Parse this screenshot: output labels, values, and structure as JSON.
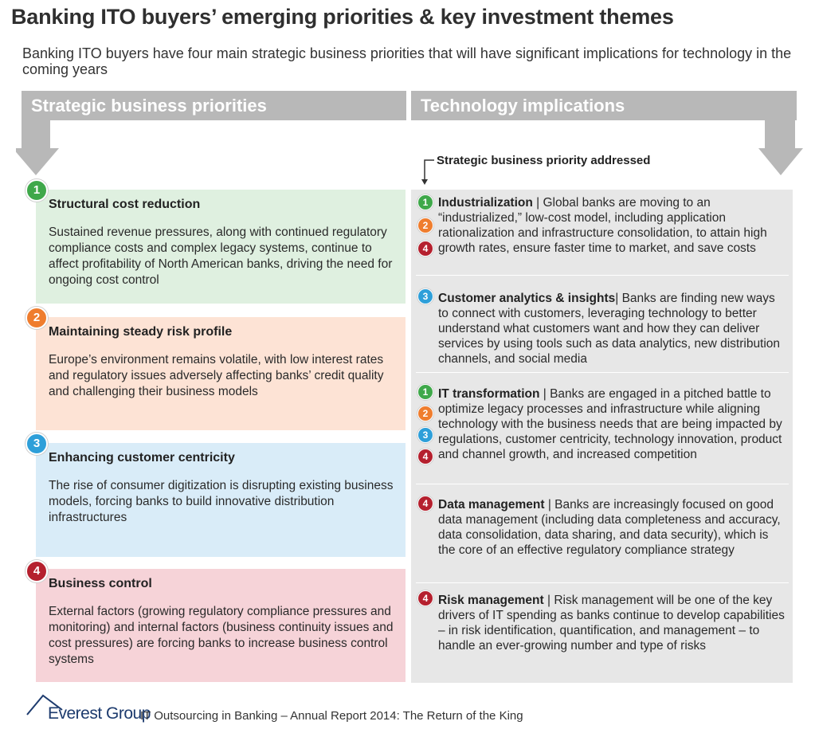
{
  "title": "Banking ITO buyers’ emerging priorities & key investment themes",
  "subtitle": "Banking ITO buyers have four main strategic business priorities that will have significant implications for technology in the coming years",
  "headers": {
    "left": "Strategic business priorities",
    "right": "Technology implications"
  },
  "addressed_label": "Strategic business priority addressed",
  "priorities": [
    {
      "number": "1",
      "title": "Structural cost reduction",
      "text": "Sustained revenue pressures, along with continued regulatory compliance costs and complex legacy systems, continue to affect profitability of North American banks, driving the need for ongoing cost control",
      "color": "#3fa84a"
    },
    {
      "number": "2",
      "title": "Maintaining steady risk profile",
      "text": "Europe’s environment remains volatile, with low interest rates and regulatory issues adversely affecting banks’ credit quality and challenging their business models",
      "color": "#ef7d2e"
    },
    {
      "number": "3",
      "title": "Enhancing customer centricity",
      "text": "The rise of consumer digitization is disrupting existing business models, forcing banks to build innovative distribution infrastructures",
      "color": "#2e9fd9"
    },
    {
      "number": "4",
      "title": "Business control",
      "text": "External factors (growing regulatory compliance pressures and monitoring) and internal factors (business continuity issues and cost pressures) are forcing banks to increase business control systems",
      "color": "#b5202e"
    }
  ],
  "implications": [
    {
      "title": "Industrialization",
      "sep": " | ",
      "text": "Global banks are moving to an “industrialized,” low-cost model, including application rationalization and infrastructure consolidation, to attain high growth rates, ensure faster time to market, and save costs",
      "addresses": [
        "1",
        "2",
        "4"
      ]
    },
    {
      "title": "Customer analytics & insights",
      "sep": "| ",
      "text": "Banks are finding new ways to connect with customers, leveraging technology to better understand what customers want and how they can deliver services by using tools such as data analytics, new distribution channels, and social media",
      "addresses": [
        "3"
      ]
    },
    {
      "title": "IT transformation",
      "sep": " | ",
      "text": "Banks are engaged in a pitched battle to optimize legacy processes and infrastructure while aligning technology with the business needs that are being impacted by regulations, customer centricity, technology innovation, product and channel growth, and increased competition",
      "addresses": [
        "1",
        "2",
        "3",
        "4"
      ]
    },
    {
      "title": "Data management",
      "sep": " | ",
      "text": "Banks are increasingly focused on good data management (including data completeness and accuracy, data consolidation, data sharing, and data security), which is the core of an effective regulatory compliance strategy",
      "addresses": [
        "4"
      ]
    },
    {
      "title": "Risk management",
      "sep": " | ",
      "text": "Risk management will be one of the key drivers of IT spending as banks continue to develop capabilities – in risk identification, quantification, and management – to handle an ever-growing number and type of risks",
      "addresses": [
        "4"
      ]
    }
  ],
  "colors": {
    "header_gray": "#b8b8b8",
    "panel_gray": "#e7e7e7",
    "green": "#3fa84a",
    "orange": "#ef7d2e",
    "blue": "#2e9fd9",
    "red": "#b5202e"
  },
  "footer": {
    "brand": "Everest Group",
    "report": "IT Outsourcing in Banking – Annual Report 2014: The Return of the King"
  }
}
